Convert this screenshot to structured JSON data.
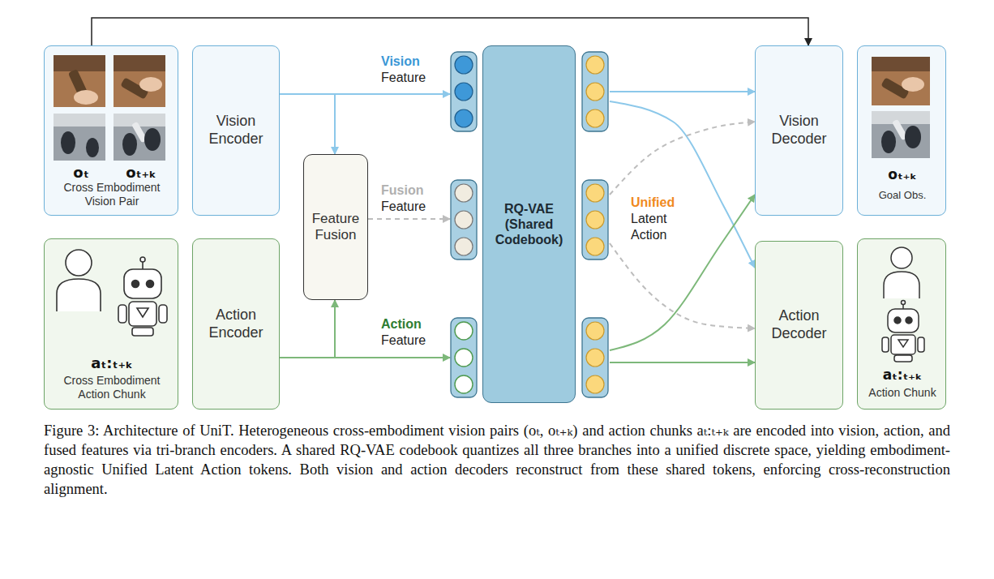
{
  "diagram": {
    "caption": "Figure 3: Architecture of UniT. Heterogeneous cross-embodiment vision pairs (oₜ, oₜ₊ₖ) and action chunks aₜ:ₜ₊ₖ are encoded into vision, action, and fused features via tri-branch encoders. A shared RQ-VAE codebook quantizes all three branches into a unified discrete space, yielding embodiment-agnostic Unified Latent Action tokens. Both vision and action decoders reconstruct from these shared tokens, enforcing cross-reconstruction alignment.",
    "nodes": [
      {
        "text": [
          "oₜ",
          "oₜ₊ₖ",
          "Cross Embodiment Vision Pair"
        ]
      },
      {
        "text": [
          "Vision Encoder"
        ]
      },
      {
        "text": [
          "aₜ:ₜ₊ₖ",
          "Cross Embodiment Action Chunk"
        ]
      },
      {
        "text": [
          "Action Encoder"
        ]
      },
      {
        "text": [
          "Feature Fusion"
        ]
      },
      {
        "text": [
          "RQ-VAE (Shared Codebook)"
        ]
      },
      {
        "text": [
          "Vision Decoder"
        ]
      },
      {
        "text": [
          "oₜ₊ₖ",
          "Goal Obs."
        ]
      },
      {
        "text": [
          "Action Decoder"
        ]
      },
      {
        "text": [
          "aₜ:ₜ₊ₖ",
          "Action Chunk"
        ]
      }
    ],
    "edges": [
      {
        "from": 0,
        "to": 6,
        "arrow": "to"
      },
      {
        "from": 1,
        "to": 5,
        "arrow": "to",
        "label": "Vision Feature"
      },
      {
        "from": 1,
        "to": 4,
        "arrow": "to"
      },
      {
        "from": 4,
        "to": 5,
        "arrow": "to",
        "label": "Fusion Feature"
      },
      {
        "from": 3,
        "to": 5,
        "arrow": "to",
        "label": "Action Feature"
      },
      {
        "from": 3,
        "to": 4,
        "arrow": "to"
      },
      {
        "from": 5,
        "to": 6,
        "arrow": "to"
      },
      {
        "from": 5,
        "to": 8,
        "arrow": "to"
      },
      {
        "from": 5,
        "to": 6,
        "arrow": "to"
      },
      {
        "from": 5,
        "to": 8,
        "arrow": "to"
      },
      {
        "from": 5,
        "to": 6,
        "arrow": "to"
      },
      {
        "from": 5,
        "to": 8,
        "arrow": "to"
      }
    ],
    "labels": [
      "Unified Latent Action"
    ]
  }
}
